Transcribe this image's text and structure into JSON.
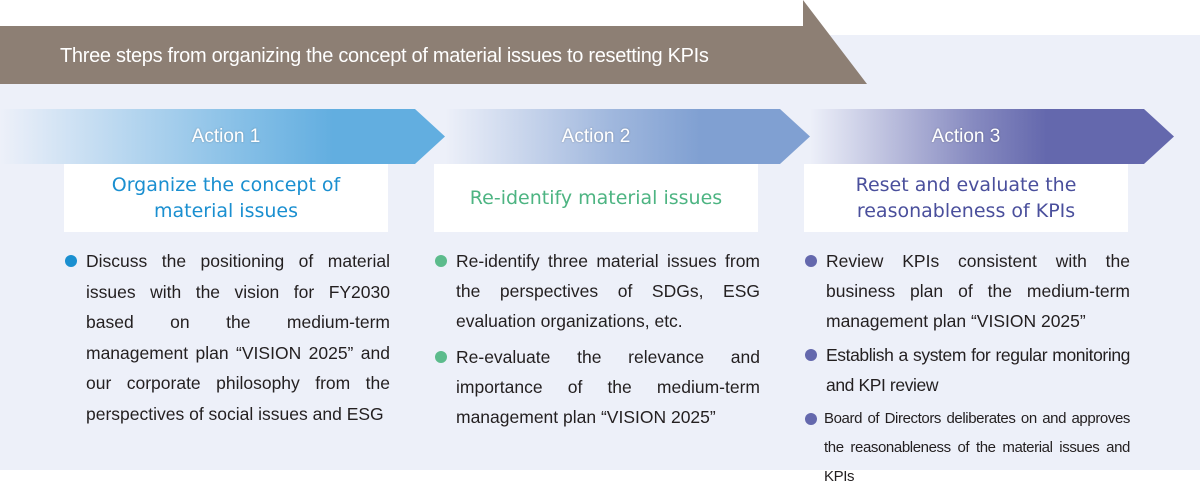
{
  "banner": {
    "title": "Three steps from organizing the concept of material issues to resetting KPIs",
    "color": "#8d7f74"
  },
  "background_color": "#edf0f9",
  "actions": [
    {
      "label": "Action 1",
      "heading": "Organize the concept of material issues",
      "heading_color": "#1a8fd0",
      "arrow_color": "#62aee0",
      "bullet_color": "#1a8fd0",
      "bullets": [
        "Discuss the positioning of material issues with the vision for FY2030 based on the medium-term management plan “VISION 2025” and our corporate philosophy from the perspectives of social issues and ESG"
      ]
    },
    {
      "label": "Action 2",
      "heading": "Re-identify material issues",
      "heading_color": "#4db482",
      "arrow_color": "#80a0d2",
      "bullet_color": "#5cbb8c",
      "bullets": [
        "Re-identify three material issues from the perspectives of SDGs, ESG evaluation organizations, etc.",
        "Re-evaluate the relevance and importance of the medium-term management plan “VISION 2025”"
      ]
    },
    {
      "label": "Action 3",
      "heading": "Reset and evaluate the reasonableness of KPIs",
      "heading_color": "#4a4f9c",
      "arrow_color": "#6468ad",
      "bullet_color": "#6468ad",
      "bullets": [
        "Review KPIs consistent with the business plan of the medium-term management plan “VISION 2025”",
        "Establish a system for regular monitoring and KPI review",
        "Board of Directors deliberates on and approves the reasonableness of the material issues and KPIs"
      ]
    }
  ]
}
